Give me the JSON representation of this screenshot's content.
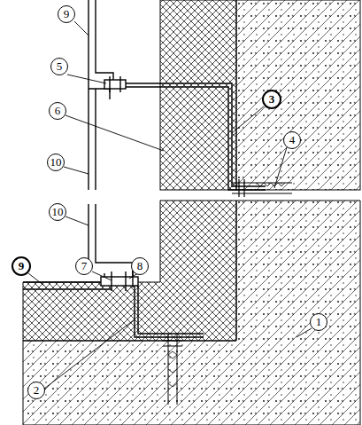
{
  "diagram": {
    "labels": [
      "9",
      "5",
      "3",
      "6",
      "4",
      "10",
      "10",
      "9",
      "7",
      "8",
      "1",
      "2"
    ]
  }
}
